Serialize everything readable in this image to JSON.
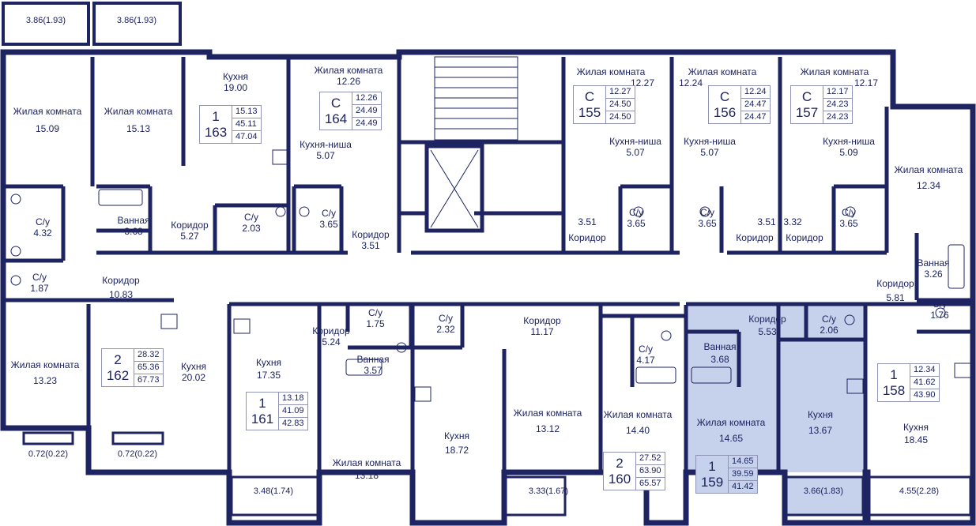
{
  "colors": {
    "wall": "#1d2461",
    "highlight": "#c6d1ec",
    "text": "#1d2461"
  },
  "balconies": [
    {
      "id": "b1",
      "area": "3.86",
      "half": "(1.93)"
    },
    {
      "id": "b2",
      "area": "3.86",
      "half": "(1.93)"
    },
    {
      "id": "b3",
      "area": "0.72",
      "half": "(0.22)"
    },
    {
      "id": "b4",
      "area": "0.72",
      "half": "(0.22)"
    },
    {
      "id": "b5",
      "area": "3.48",
      "half": "(1.74)"
    },
    {
      "id": "b6",
      "area": "3.33",
      "half": "(1.67)"
    },
    {
      "id": "b7",
      "area": "3.66",
      "half": "(1.83)"
    },
    {
      "id": "b8",
      "area": "4.55",
      "half": "(2.28)"
    }
  ],
  "rooms": [
    {
      "id": "r1",
      "name": "Жилая комната",
      "area": "15.09"
    },
    {
      "id": "r2",
      "name": "Жилая комната",
      "area": "15.13"
    },
    {
      "id": "r3",
      "name": "Кухня",
      "area": "19.00"
    },
    {
      "id": "r4",
      "name": "Жилая комната",
      "area": "12.26"
    },
    {
      "id": "r5",
      "name": "Кухня-ниша",
      "area": "5.07"
    },
    {
      "id": "r6",
      "name": "С/у",
      "area": "4.32"
    },
    {
      "id": "r7",
      "name": "Ванная",
      "area": "3.68"
    },
    {
      "id": "r8",
      "name": "Коридор",
      "area": "5.27"
    },
    {
      "id": "r9",
      "name": "С/у",
      "area": "2.03"
    },
    {
      "id": "r10",
      "name": "С/у",
      "area": "3.65"
    },
    {
      "id": "r11",
      "name": "Коридор",
      "area": "3.51"
    },
    {
      "id": "r12",
      "name": "С/у",
      "area": "1.87"
    },
    {
      "id": "r13",
      "name": "Коридор",
      "area": "10.83"
    },
    {
      "id": "r14",
      "name": "Жилая комната",
      "area": "12.27"
    },
    {
      "id": "r15",
      "name": "Кухня-ниша",
      "area": "5.07"
    },
    {
      "id": "r16",
      "name": "С/у",
      "area": "3.65"
    },
    {
      "id": "r17",
      "name": "Коридор",
      "area": "3.51"
    },
    {
      "id": "r18",
      "name": "Жилая комната",
      "area": "12.24"
    },
    {
      "id": "r19",
      "name": "Кухня-ниша",
      "area": "5.07"
    },
    {
      "id": "r20",
      "name": "С/у",
      "area": "3.65"
    },
    {
      "id": "r21",
      "name": "Коридор",
      "area": "3.51"
    },
    {
      "id": "r22",
      "name": "Жилая комната",
      "area": "12.17"
    },
    {
      "id": "r23",
      "name": "Кухня-ниша",
      "area": "5.09"
    },
    {
      "id": "r24",
      "name": "С/у",
      "area": "3.65"
    },
    {
      "id": "r25",
      "name": "Коридор",
      "area": "3.32"
    },
    {
      "id": "r26",
      "name": "Жилая комната",
      "area": "12.34"
    },
    {
      "id": "r27",
      "name": "Ванная",
      "area": "3.26"
    },
    {
      "id": "r28",
      "name": "Коридор",
      "area": "5.81"
    },
    {
      "id": "r29",
      "name": "С/у",
      "area": "1.76"
    },
    {
      "id": "r30",
      "name": "Жилая комната",
      "area": "13.23"
    },
    {
      "id": "r31",
      "name": "Кухня",
      "area": "20.02"
    },
    {
      "id": "r32",
      "name": "Кухня",
      "area": "17.35"
    },
    {
      "id": "r33",
      "name": "Коридор",
      "area": "5.24"
    },
    {
      "id": "r34",
      "name": "С/у",
      "area": "1.75"
    },
    {
      "id": "r35",
      "name": "Ванная",
      "area": "3.57"
    },
    {
      "id": "r36",
      "name": "Жилая комната",
      "area": "13.18"
    },
    {
      "id": "r37",
      "name": "С/у",
      "area": "2.32"
    },
    {
      "id": "r38",
      "name": "Коридор",
      "area": "11.17"
    },
    {
      "id": "r39",
      "name": "Кухня",
      "area": "18.72"
    },
    {
      "id": "r40",
      "name": "Жилая комната",
      "area": "13.12"
    },
    {
      "id": "r41",
      "name": "С/у",
      "area": "4.17"
    },
    {
      "id": "r42",
      "name": "Жилая комната",
      "area": "14.40"
    },
    {
      "id": "r43",
      "name": "Коридор",
      "area": "5.53"
    },
    {
      "id": "r44",
      "name": "С/у",
      "area": "2.06"
    },
    {
      "id": "r45",
      "name": "Ванная",
      "area": "3.68"
    },
    {
      "id": "r46",
      "name": "Жилая комната",
      "area": "14.65"
    },
    {
      "id": "r47",
      "name": "Кухня",
      "area": "13.67"
    },
    {
      "id": "r48",
      "name": "Кухня",
      "area": "18.45"
    }
  ],
  "apartments": [
    {
      "id": "a163",
      "type": "1",
      "number": "163",
      "areas": [
        "15.13",
        "45.11",
        "47.04"
      ]
    },
    {
      "id": "a164",
      "type": "С",
      "number": "164",
      "areas": [
        "12.26",
        "24.49",
        "24.49"
      ]
    },
    {
      "id": "a155",
      "type": "С",
      "number": "155",
      "areas": [
        "12.27",
        "24.50",
        "24.50"
      ]
    },
    {
      "id": "a156",
      "type": "С",
      "number": "156",
      "areas": [
        "12.24",
        "24.47",
        "24.47"
      ]
    },
    {
      "id": "a157",
      "type": "С",
      "number": "157",
      "areas": [
        "12.17",
        "24.23",
        "24.23"
      ]
    },
    {
      "id": "a162",
      "type": "2",
      "number": "162",
      "areas": [
        "28.32",
        "65.36",
        "67.73"
      ]
    },
    {
      "id": "a161",
      "type": "1",
      "number": "161",
      "areas": [
        "13.18",
        "41.09",
        "42.83"
      ]
    },
    {
      "id": "a160",
      "type": "2",
      "number": "160",
      "areas": [
        "27.52",
        "63.90",
        "65.57"
      ]
    },
    {
      "id": "a159",
      "type": "1",
      "number": "159",
      "areas": [
        "14.65",
        "39.59",
        "41.42"
      ]
    },
    {
      "id": "a158",
      "type": "1",
      "number": "158",
      "areas": [
        "12.34",
        "41.62",
        "43.90"
      ]
    }
  ]
}
